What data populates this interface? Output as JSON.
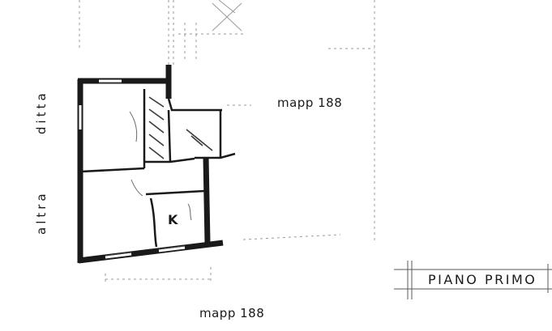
{
  "plan": {
    "label_right": "mapp 188",
    "label_bottom": "mapp 188",
    "label_left_upper": "ditta",
    "label_left_lower": "altra",
    "room_label": "K",
    "floor_title": "PIANO PRIMO"
  },
  "colors": {
    "wall": "#1a1a1a",
    "thin_line": "#9a9a9a",
    "background": "#ffffff"
  }
}
